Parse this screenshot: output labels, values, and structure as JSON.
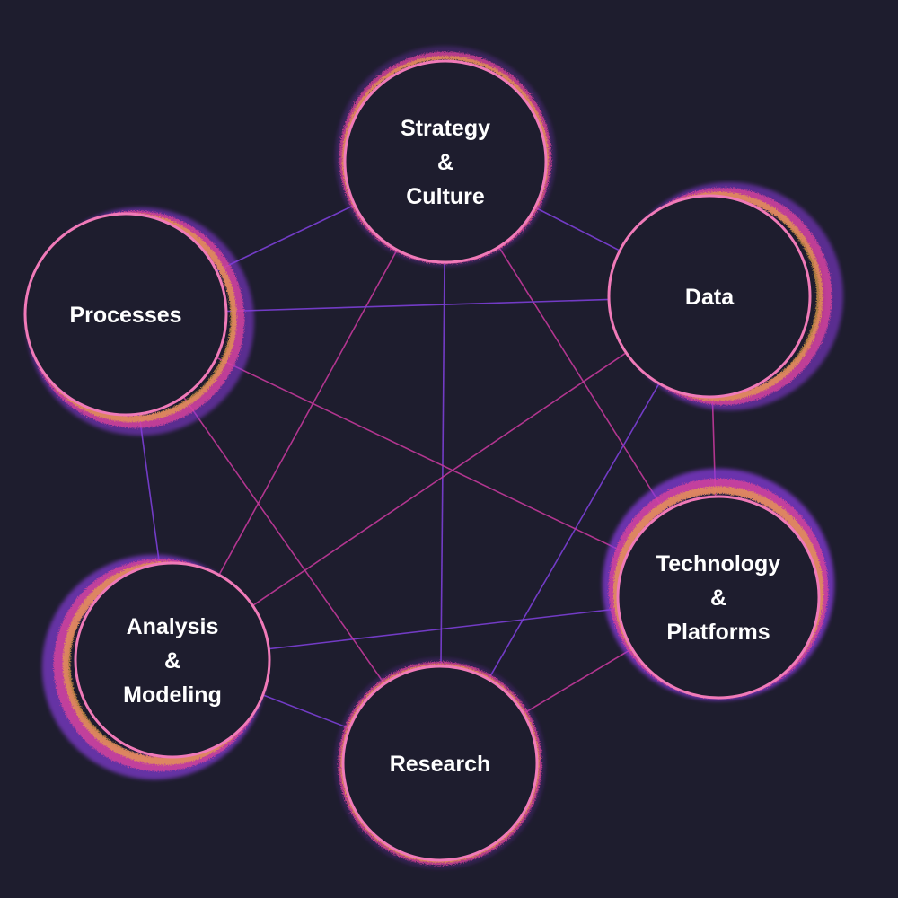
{
  "diagram": {
    "nodes": [
      {
        "id": "strategy",
        "lines": [
          "Strategy",
          "&",
          "Culture"
        ]
      },
      {
        "id": "data",
        "lines": [
          "Data"
        ]
      },
      {
        "id": "technology",
        "lines": [
          "Technology",
          "&",
          "Platforms"
        ]
      },
      {
        "id": "research",
        "lines": [
          "Research"
        ]
      },
      {
        "id": "analysis",
        "lines": [
          "Analysis",
          "&",
          "Modeling"
        ]
      },
      {
        "id": "processes",
        "lines": [
          "Processes"
        ]
      }
    ],
    "edges": [
      [
        "strategy",
        "data"
      ],
      [
        "strategy",
        "technology"
      ],
      [
        "strategy",
        "research"
      ],
      [
        "strategy",
        "analysis"
      ],
      [
        "strategy",
        "processes"
      ],
      [
        "data",
        "technology"
      ],
      [
        "data",
        "research"
      ],
      [
        "data",
        "analysis"
      ],
      [
        "data",
        "processes"
      ],
      [
        "technology",
        "research"
      ],
      [
        "technology",
        "analysis"
      ],
      [
        "technology",
        "processes"
      ],
      [
        "research",
        "analysis"
      ],
      [
        "research",
        "processes"
      ],
      [
        "analysis",
        "processes"
      ]
    ],
    "colors": {
      "background": "#1e1d2e",
      "edge_purple": "#7b3fd6",
      "edge_magenta": "#c2399a",
      "ring_purple": "#8a3ce0",
      "ring_magenta": "#e0449a",
      "ring_pink": "#f07ab8",
      "ring_orange": "#e8a24a",
      "node_fill": "#1e1d2e",
      "label": "#ffffff"
    }
  }
}
